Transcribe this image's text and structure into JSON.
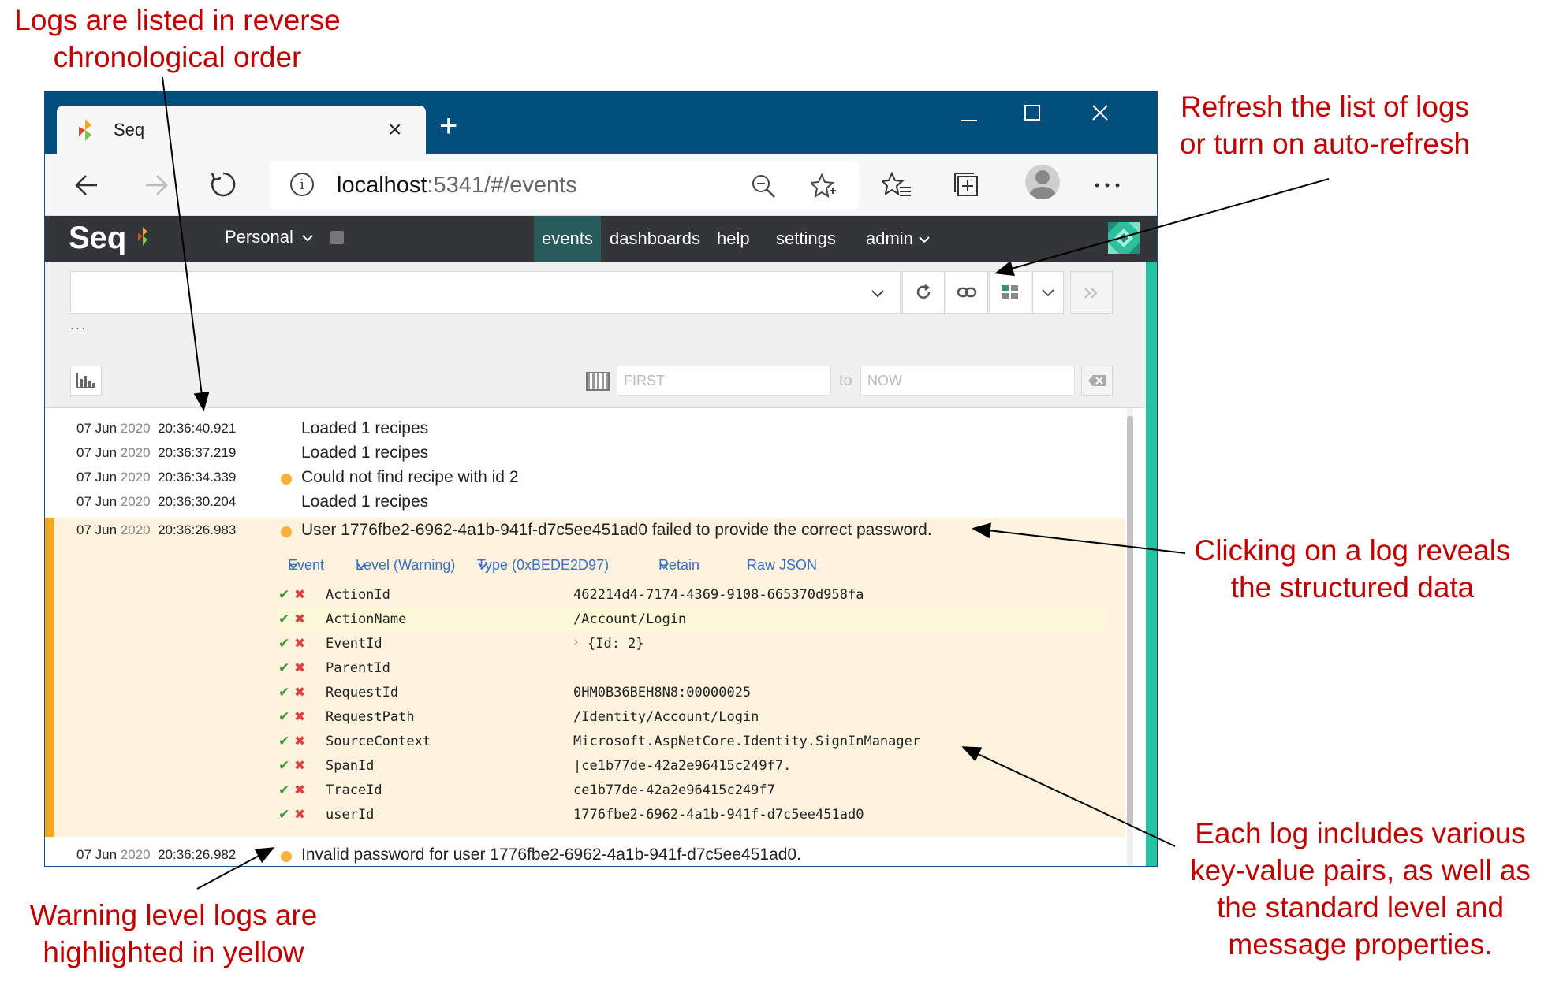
{
  "annotations": {
    "top_left": [
      "Logs are listed in reverse",
      "chronological order"
    ],
    "top_right": [
      "Refresh the list of logs",
      "or turn on auto-refresh"
    ],
    "right_middle": [
      "Clicking on a log reveals",
      "the structured data"
    ],
    "bottom_left": [
      "Warning level logs are",
      "highlighted in yellow"
    ],
    "bottom_right": [
      "Each log includes various",
      "key-value pairs, as well as",
      "the standard level and",
      "message properties."
    ]
  },
  "browser": {
    "tab_title": "Seq",
    "tab_close": "×",
    "new_tab": "+",
    "url_host": "localhost",
    "url_rest": ":5341/#/events",
    "icons": [
      "back-icon",
      "forward-icon",
      "refresh-icon",
      "info-icon",
      "zoom-icon",
      "star-add-icon",
      "favorites-icon",
      "collections-icon",
      "profile-icon",
      "more-icon"
    ]
  },
  "seq": {
    "logo": "Seq",
    "workspace": "Personal",
    "nav": {
      "events": "events",
      "dashboards": "dashboards",
      "help": "help",
      "settings": "settings",
      "admin": "admin"
    },
    "filter": {
      "ellipsis": "...",
      "from_placeholder": "FIRST",
      "to_label": "to",
      "to_placeholder": "NOW"
    }
  },
  "events": [
    {
      "date": "07 Jun",
      "year": "2020",
      "time": "20:36:40.921",
      "warning": false,
      "message": "Loaded 1 recipes"
    },
    {
      "date": "07 Jun",
      "year": "2020",
      "time": "20:36:37.219",
      "warning": false,
      "message": "Loaded 1 recipes"
    },
    {
      "date": "07 Jun",
      "year": "2020",
      "time": "20:36:34.339",
      "warning": true,
      "message": "Could not find recipe with id 2"
    },
    {
      "date": "07 Jun",
      "year": "2020",
      "time": "20:36:30.204",
      "warning": false,
      "message": "Loaded 1 recipes"
    }
  ],
  "expanded_event": {
    "date": "07 Jun",
    "year": "2020",
    "time": "20:36:26.983",
    "warning": true,
    "message": "User 1776fbe2-6962-4a1b-941f-d7c5ee451ad0 failed to provide the correct password.",
    "tabs": {
      "event": "Event",
      "level": "Level (Warning)",
      "type": "Type (0xBEDE2D97)",
      "retain": "Retain",
      "raw": "Raw JSON"
    },
    "properties": [
      {
        "key": "ActionId",
        "value": "462214d4-7174-4369-9108-665370d958fa"
      },
      {
        "key": "ActionName",
        "value": "/Account/Login"
      },
      {
        "key": "EventId",
        "value": "{Id: 2}"
      },
      {
        "key": "ParentId",
        "value": ""
      },
      {
        "key": "RequestId",
        "value": "0HM0B36BEH8N8:00000025"
      },
      {
        "key": "RequestPath",
        "value": "/Identity/Account/Login"
      },
      {
        "key": "SourceContext",
        "value": "Microsoft.AspNetCore.Identity.SignInManager"
      },
      {
        "key": "SpanId",
        "value": "|ce1b77de-42a2e96415c249f7."
      },
      {
        "key": "TraceId",
        "value": "ce1b77de-42a2e96415c249f7"
      },
      {
        "key": "userId",
        "value": "1776fbe2-6962-4a1b-941f-d7c5ee451ad0"
      }
    ]
  },
  "last_event": {
    "date": "07 Jun",
    "year": "2020",
    "time": "20:36:26.982",
    "warning": true,
    "message": "Invalid password for user 1776fbe2-6962-4a1b-941f-d7c5ee451ad0."
  },
  "colors": {
    "annotation": "#c00000",
    "titlebar": "#004e7c",
    "seq_header": "#333539",
    "warning": "#f6b23b",
    "warning_row": "#fdf3de",
    "accent_teal": "#23c4a1",
    "link": "#3b6fc3"
  }
}
